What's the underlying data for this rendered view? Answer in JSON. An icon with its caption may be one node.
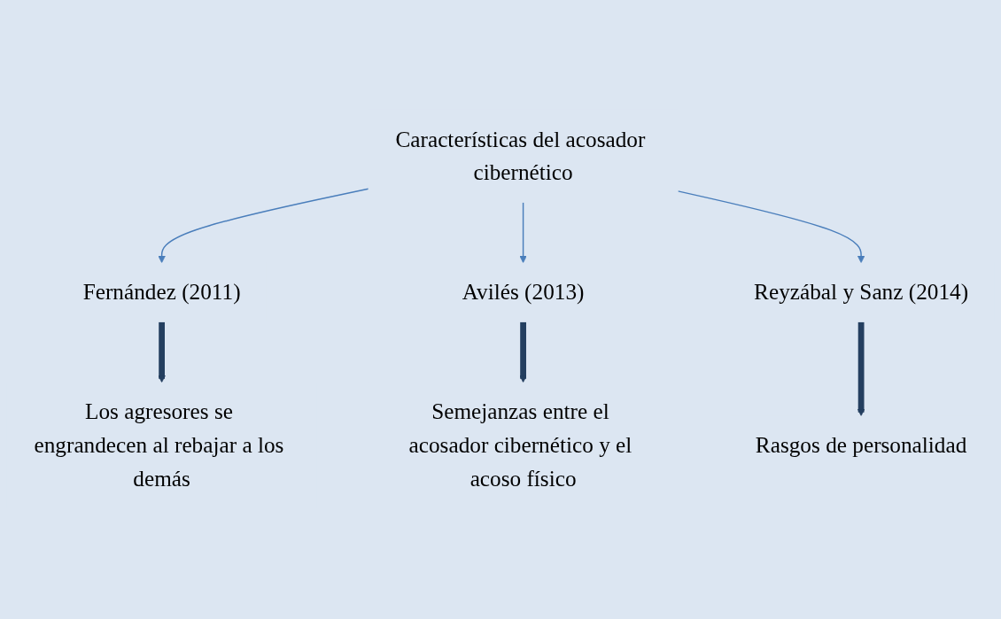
{
  "diagram": {
    "nodes": [
      {
        "text": [
          "Características del acosador cibernético"
        ]
      },
      {
        "text": [
          "Fernández (2011)"
        ]
      },
      {
        "text": [
          "Avilés (2013)"
        ]
      },
      {
        "text": [
          "Reyzábal y Sanz (2014)"
        ]
      },
      {
        "text": [
          "Los agresores se engrandecen al rebajar a los demás"
        ]
      },
      {
        "text": [
          "Semejanzas entre el acosador cibernético y el acoso físico"
        ]
      },
      {
        "text": [
          "Rasgos de personalidad"
        ]
      }
    ],
    "edges": [
      {
        "from": 0,
        "to": 1,
        "arrow": "to",
        "color": "#4a7ebb"
      },
      {
        "from": 0,
        "to": 2,
        "arrow": "to",
        "color": "#4a7ebb"
      },
      {
        "from": 0,
        "to": 3,
        "arrow": "to",
        "color": "#4a7ebb"
      },
      {
        "from": 1,
        "to": 4,
        "arrow": "to",
        "style": "thick",
        "color": "#243f60"
      },
      {
        "from": 2,
        "to": 5,
        "arrow": "to",
        "style": "thick",
        "color": "#243f60"
      },
      {
        "from": 3,
        "to": 6,
        "arrow": "to",
        "style": "thick",
        "color": "#243f60"
      }
    ]
  }
}
